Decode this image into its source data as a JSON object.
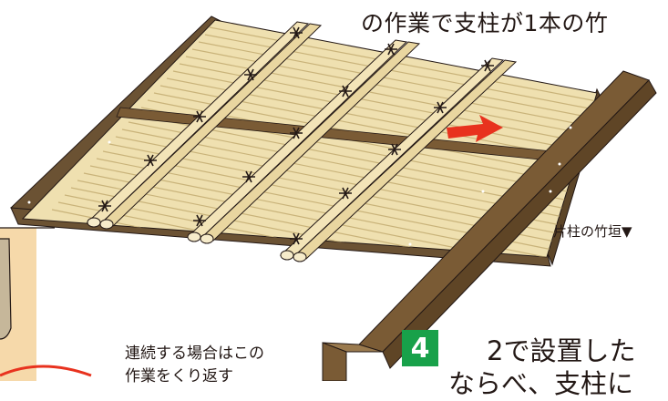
{
  "captions": {
    "top": "の作業で支柱が1本の竹",
    "side": "片柱の竹垣▼",
    "note_line1": "連続する場合はこの",
    "note_line2": "作業をくり返す"
  },
  "step": {
    "number": "4",
    "line1": "2で設置した",
    "line2": "ならべ、支柱に"
  },
  "colors": {
    "bamboo": "#efe0b0",
    "bamboo_line": "#c9b37a",
    "frame_wood": "#6b5233",
    "post_wood": "#7a5b35",
    "arrow": "#e8321e",
    "badge": "#18a14a",
    "circle": "#e8321e"
  }
}
